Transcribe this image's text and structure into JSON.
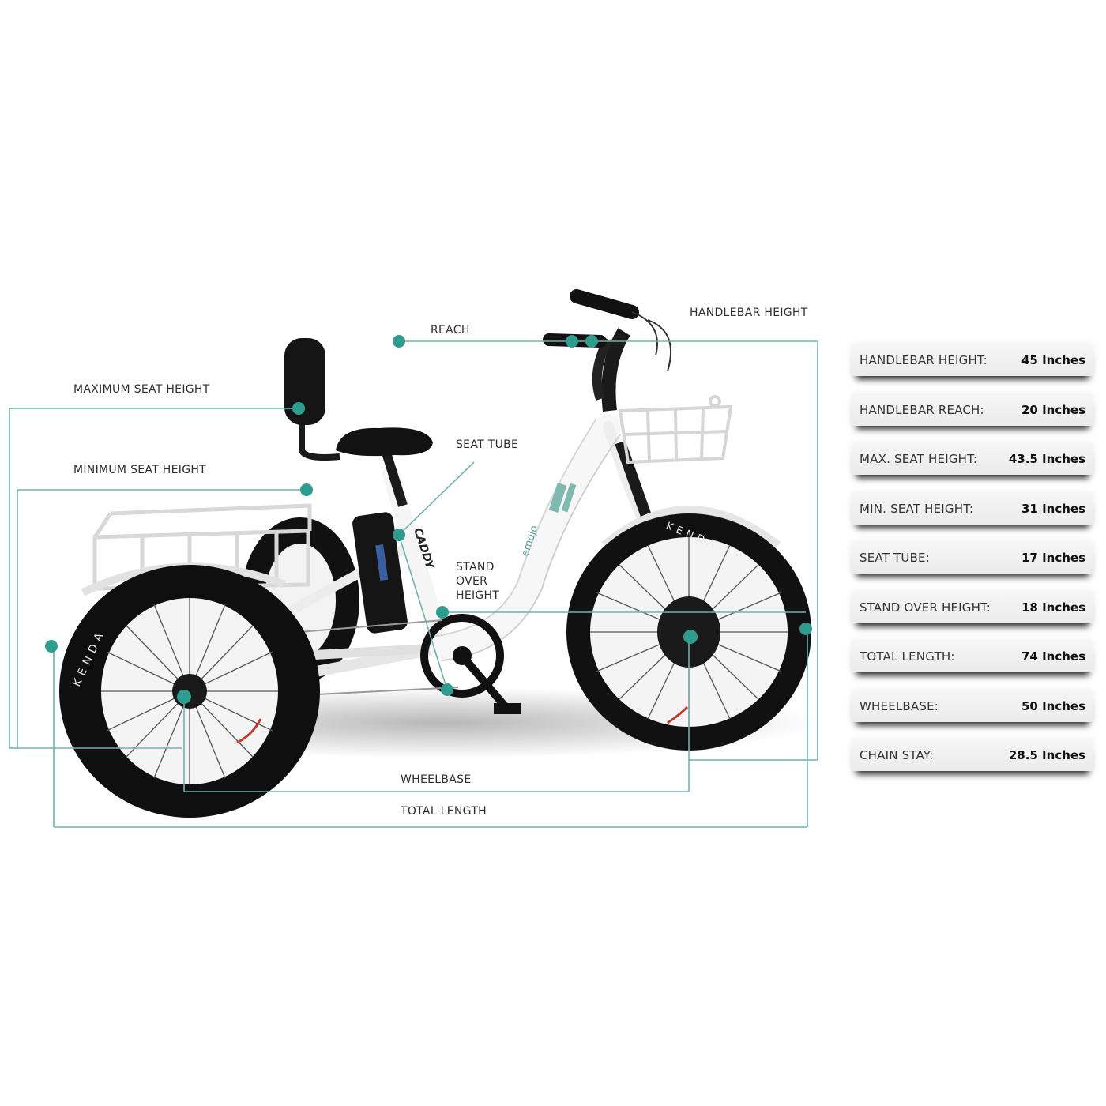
{
  "diagram": {
    "subject": "Electric fat-tire tricycle (CADDY) geometry",
    "accent_color": "#2e9c8e",
    "frame_text": [
      "CADDY",
      "emojo"
    ],
    "tire_text": "KENDA",
    "callouts": {
      "handlebar_height": "HANDLEBAR HEIGHT",
      "reach": "REACH",
      "maximum_seat_height": "MAXIMUM SEAT HEIGHT",
      "minimum_seat_height": "MINIMUM SEAT HEIGHT",
      "seat_tube": "SEAT TUBE",
      "stand_over_height": "STAND\nOVER\nHEIGHT",
      "wheelbase": "WHEELBASE",
      "total_length": "TOTAL LENGTH"
    }
  },
  "specs": [
    {
      "name": "HANDLEBAR HEIGHT:",
      "value": "45 Inches"
    },
    {
      "name": "HANDLEBAR REACH:",
      "value": "20 Inches"
    },
    {
      "name": "MAX. SEAT HEIGHT:",
      "value": "43.5 Inches"
    },
    {
      "name": "MIN. SEAT HEIGHT:",
      "value": "31 Inches"
    },
    {
      "name": "SEAT TUBE:",
      "value": "17 Inches"
    },
    {
      "name": "STAND OVER HEIGHT:",
      "value": "18 Inches"
    },
    {
      "name": "TOTAL LENGTH:",
      "value": "74 Inches"
    },
    {
      "name": "WHEELBASE:",
      "value": "50 Inches"
    },
    {
      "name": "CHAIN STAY:",
      "value": "28.5 Inches"
    }
  ]
}
